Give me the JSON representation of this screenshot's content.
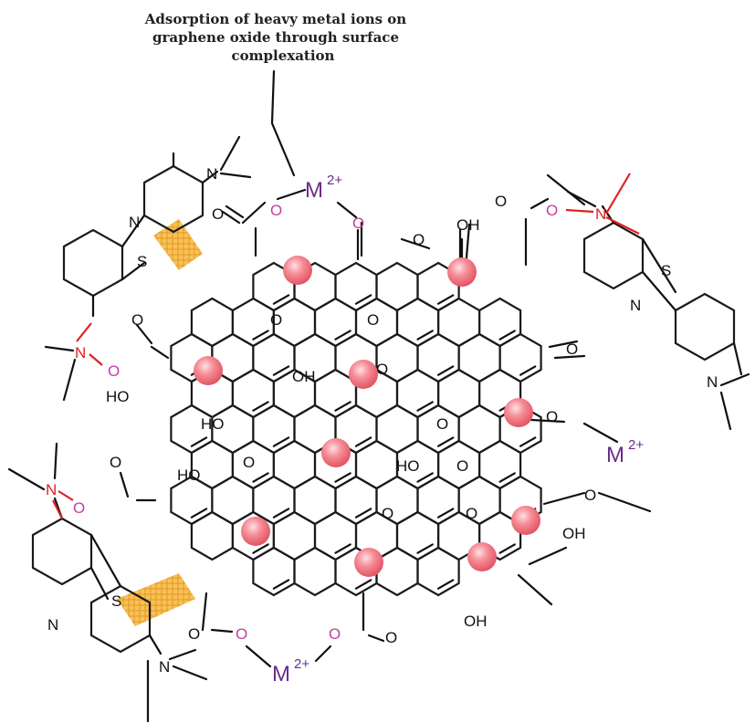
{
  "title": {
    "lines": [
      "Adsorption of heavy metal ions on",
      "graphene oxide through surface",
      "complexation"
    ]
  },
  "labels": {
    "metal_ion": "M",
    "metal_charge": "2+",
    "oxygen": "O",
    "hydroxyl": "OH",
    "hydroxyl_left": "HO",
    "nitrogen": "N",
    "sulfur": "S"
  },
  "colors": {
    "metal_ion": "#6a2c8c",
    "nitrogen": "#e02020",
    "carboxyl_oxygen": "#c040a0",
    "adsorption_site": "#f28a93",
    "pi_stacking": "#f4a623",
    "bonds": "#111111"
  }
}
